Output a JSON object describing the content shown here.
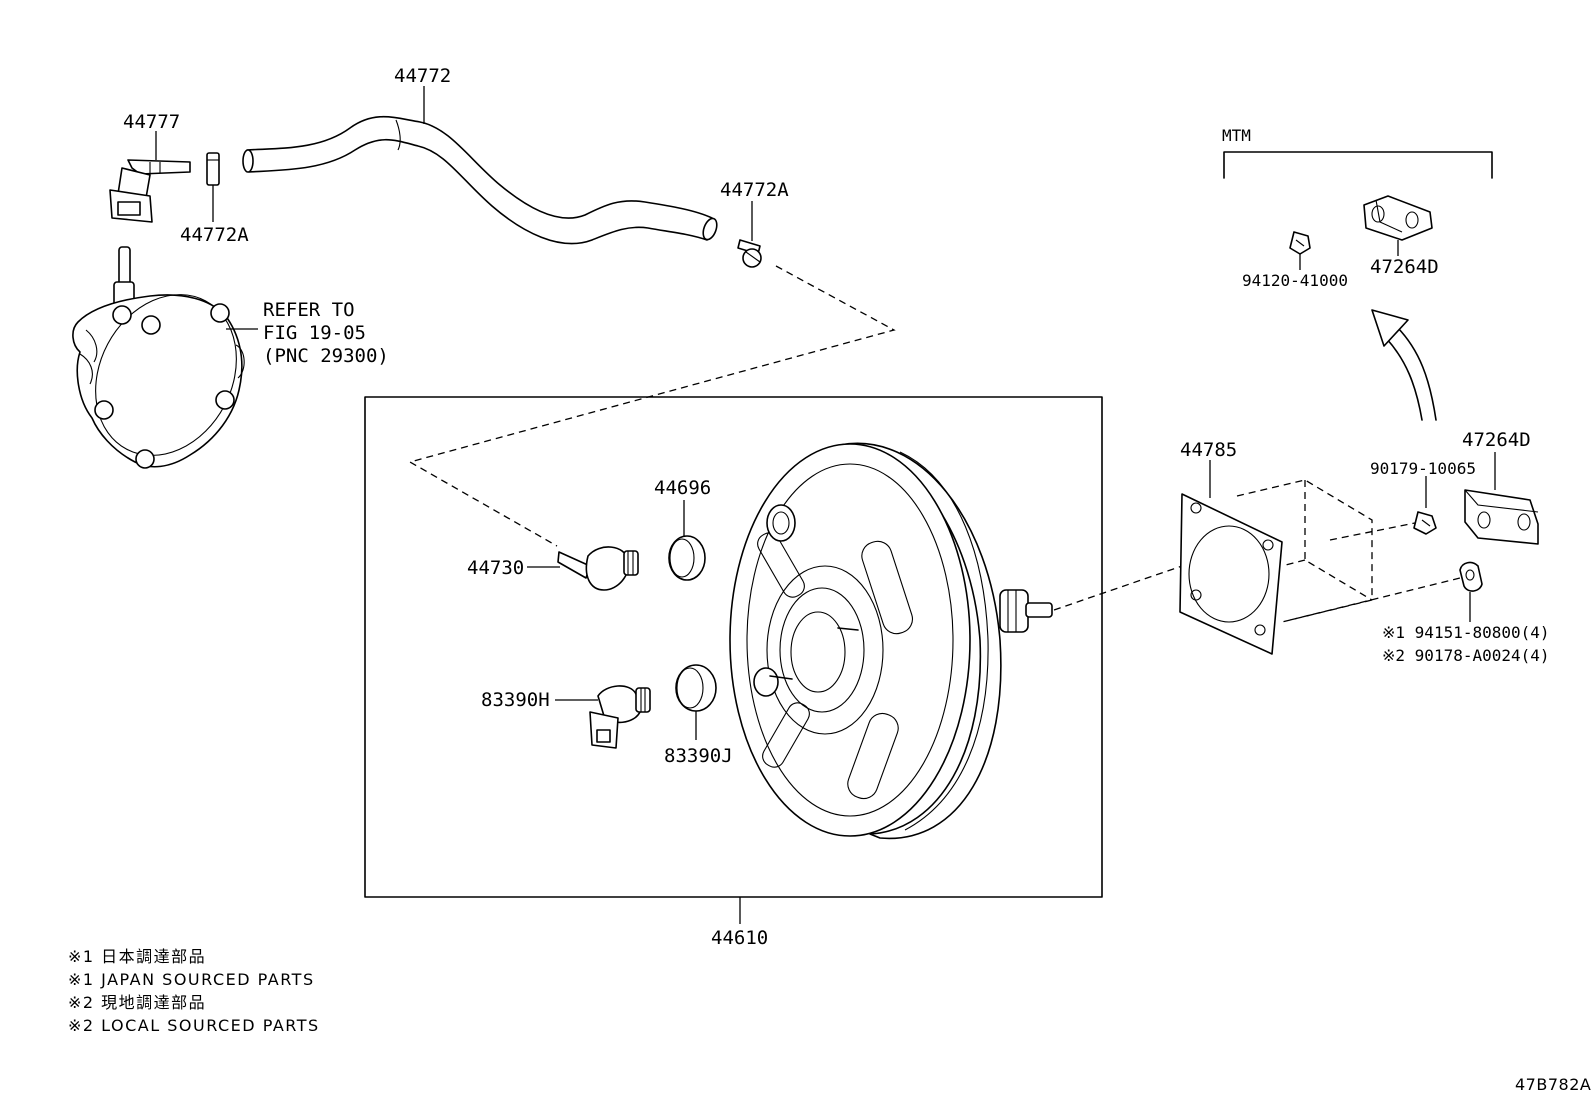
{
  "labels": {
    "p44772": "44772",
    "p44777": "44777",
    "p44772A_a": "44772A",
    "p44772A_b": "44772A",
    "p44696": "44696",
    "p44730": "44730",
    "p83390H": "83390H",
    "p83390J": "83390J",
    "p44610": "44610",
    "p44785": "44785",
    "p90179": "90179-10065",
    "p47264D_a": "47264D",
    "p47264D_b": "47264D",
    "p94120": "94120-41000",
    "p94151": "※1 94151-80800(4)",
    "p90178": "※2 90178-A0024(4)",
    "mtm": "MTM",
    "refer1": "REFER TO",
    "refer2": "FIG 19-05",
    "refer3": "(PNC 29300)"
  },
  "notes": [
    "※1 日本調達部品",
    "※1 JAPAN SOURCED PARTS",
    "※2 現地調達部品",
    "※2 LOCAL SOURCED PARTS"
  ],
  "figure_code": "47B782A"
}
